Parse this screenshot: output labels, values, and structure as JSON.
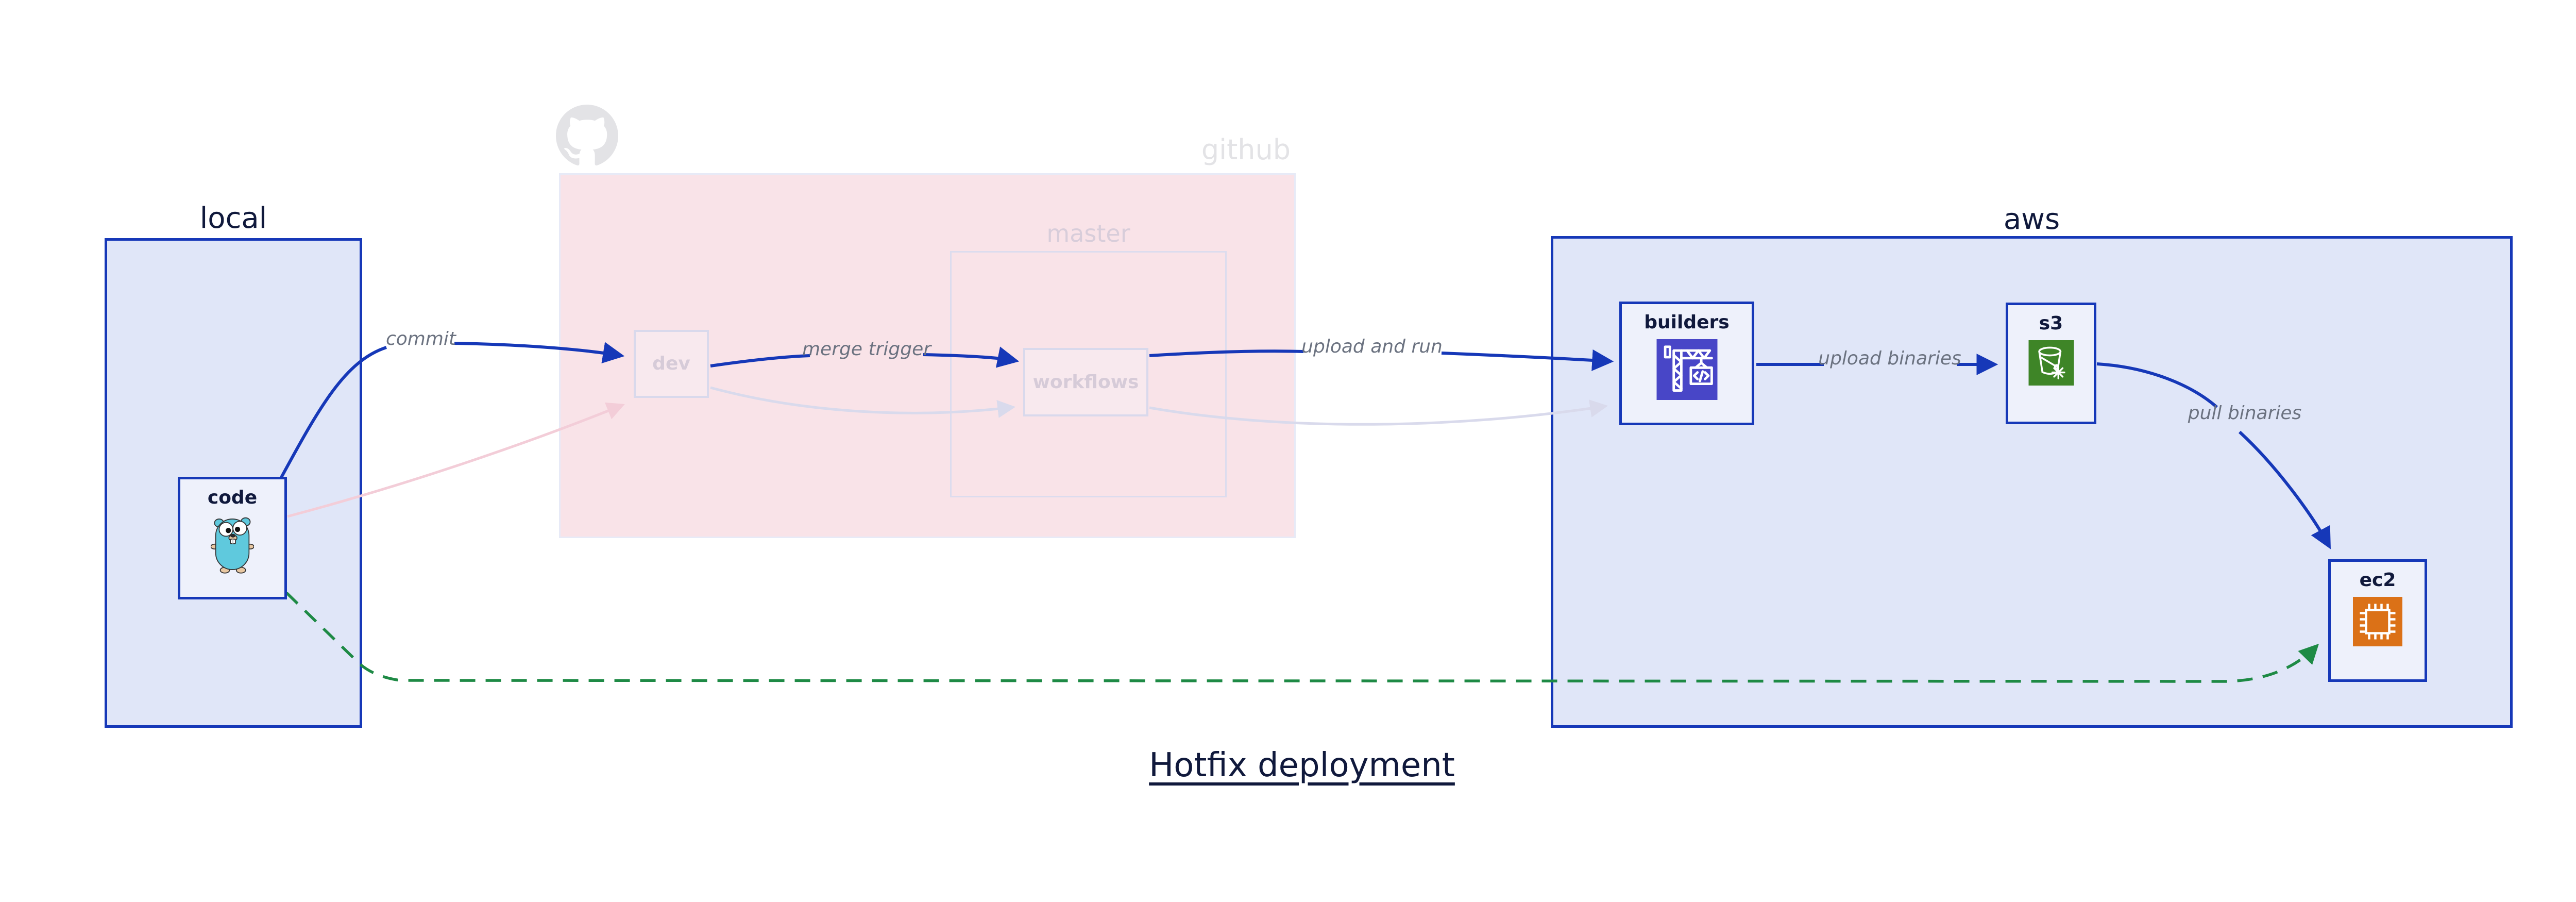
{
  "title": {
    "text": "Hotfix deployment"
  },
  "groups": {
    "local": {
      "label": "local"
    },
    "github": {
      "label": "github",
      "master_label": "master"
    },
    "aws": {
      "label": "aws"
    }
  },
  "nodes": {
    "code": {
      "label": "code"
    },
    "dev": {
      "label": "dev"
    },
    "workflows": {
      "label": "workflows"
    },
    "builders": {
      "label": "builders"
    },
    "s3": {
      "label": "s3"
    },
    "ec2": {
      "label": "ec2"
    }
  },
  "edges": {
    "commit": {
      "label": "commit"
    },
    "merge_trigger": {
      "label": "merge trigger"
    },
    "upload_and_run": {
      "label": "upload and run"
    },
    "upload_binaries": {
      "label": "upload binaries"
    },
    "pull_binaries": {
      "label": "pull binaries"
    }
  },
  "icons": {
    "code": "go-gopher-icon",
    "github": "github-octocat-icon",
    "builders": "codebuild-crane-icon",
    "s3": "s3-bucket-snowflake-icon",
    "ec2": "ec2-chip-icon"
  },
  "colors": {
    "primary_blue": "#1638b8",
    "group_fill": "#e0e6f8",
    "node_fill": "#eef1fb",
    "github_region_fill": "#f9e3e8",
    "faded_stroke_pink": "#f3cdd8",
    "faded_stroke_lavender": "#d9daec",
    "faded_border": "#d9d9ec",
    "faded_text": "#d6cbd8",
    "github_grey": "#e3e3e6",
    "edge_label_grey": "#6b7280",
    "hotfix_green": "#1e8a45",
    "builders_icon_bg": "#4846c7",
    "s3_icon_bg": "#3e8527",
    "ec2_icon_bg": "#db7117",
    "heading_navy": "#10193c"
  }
}
